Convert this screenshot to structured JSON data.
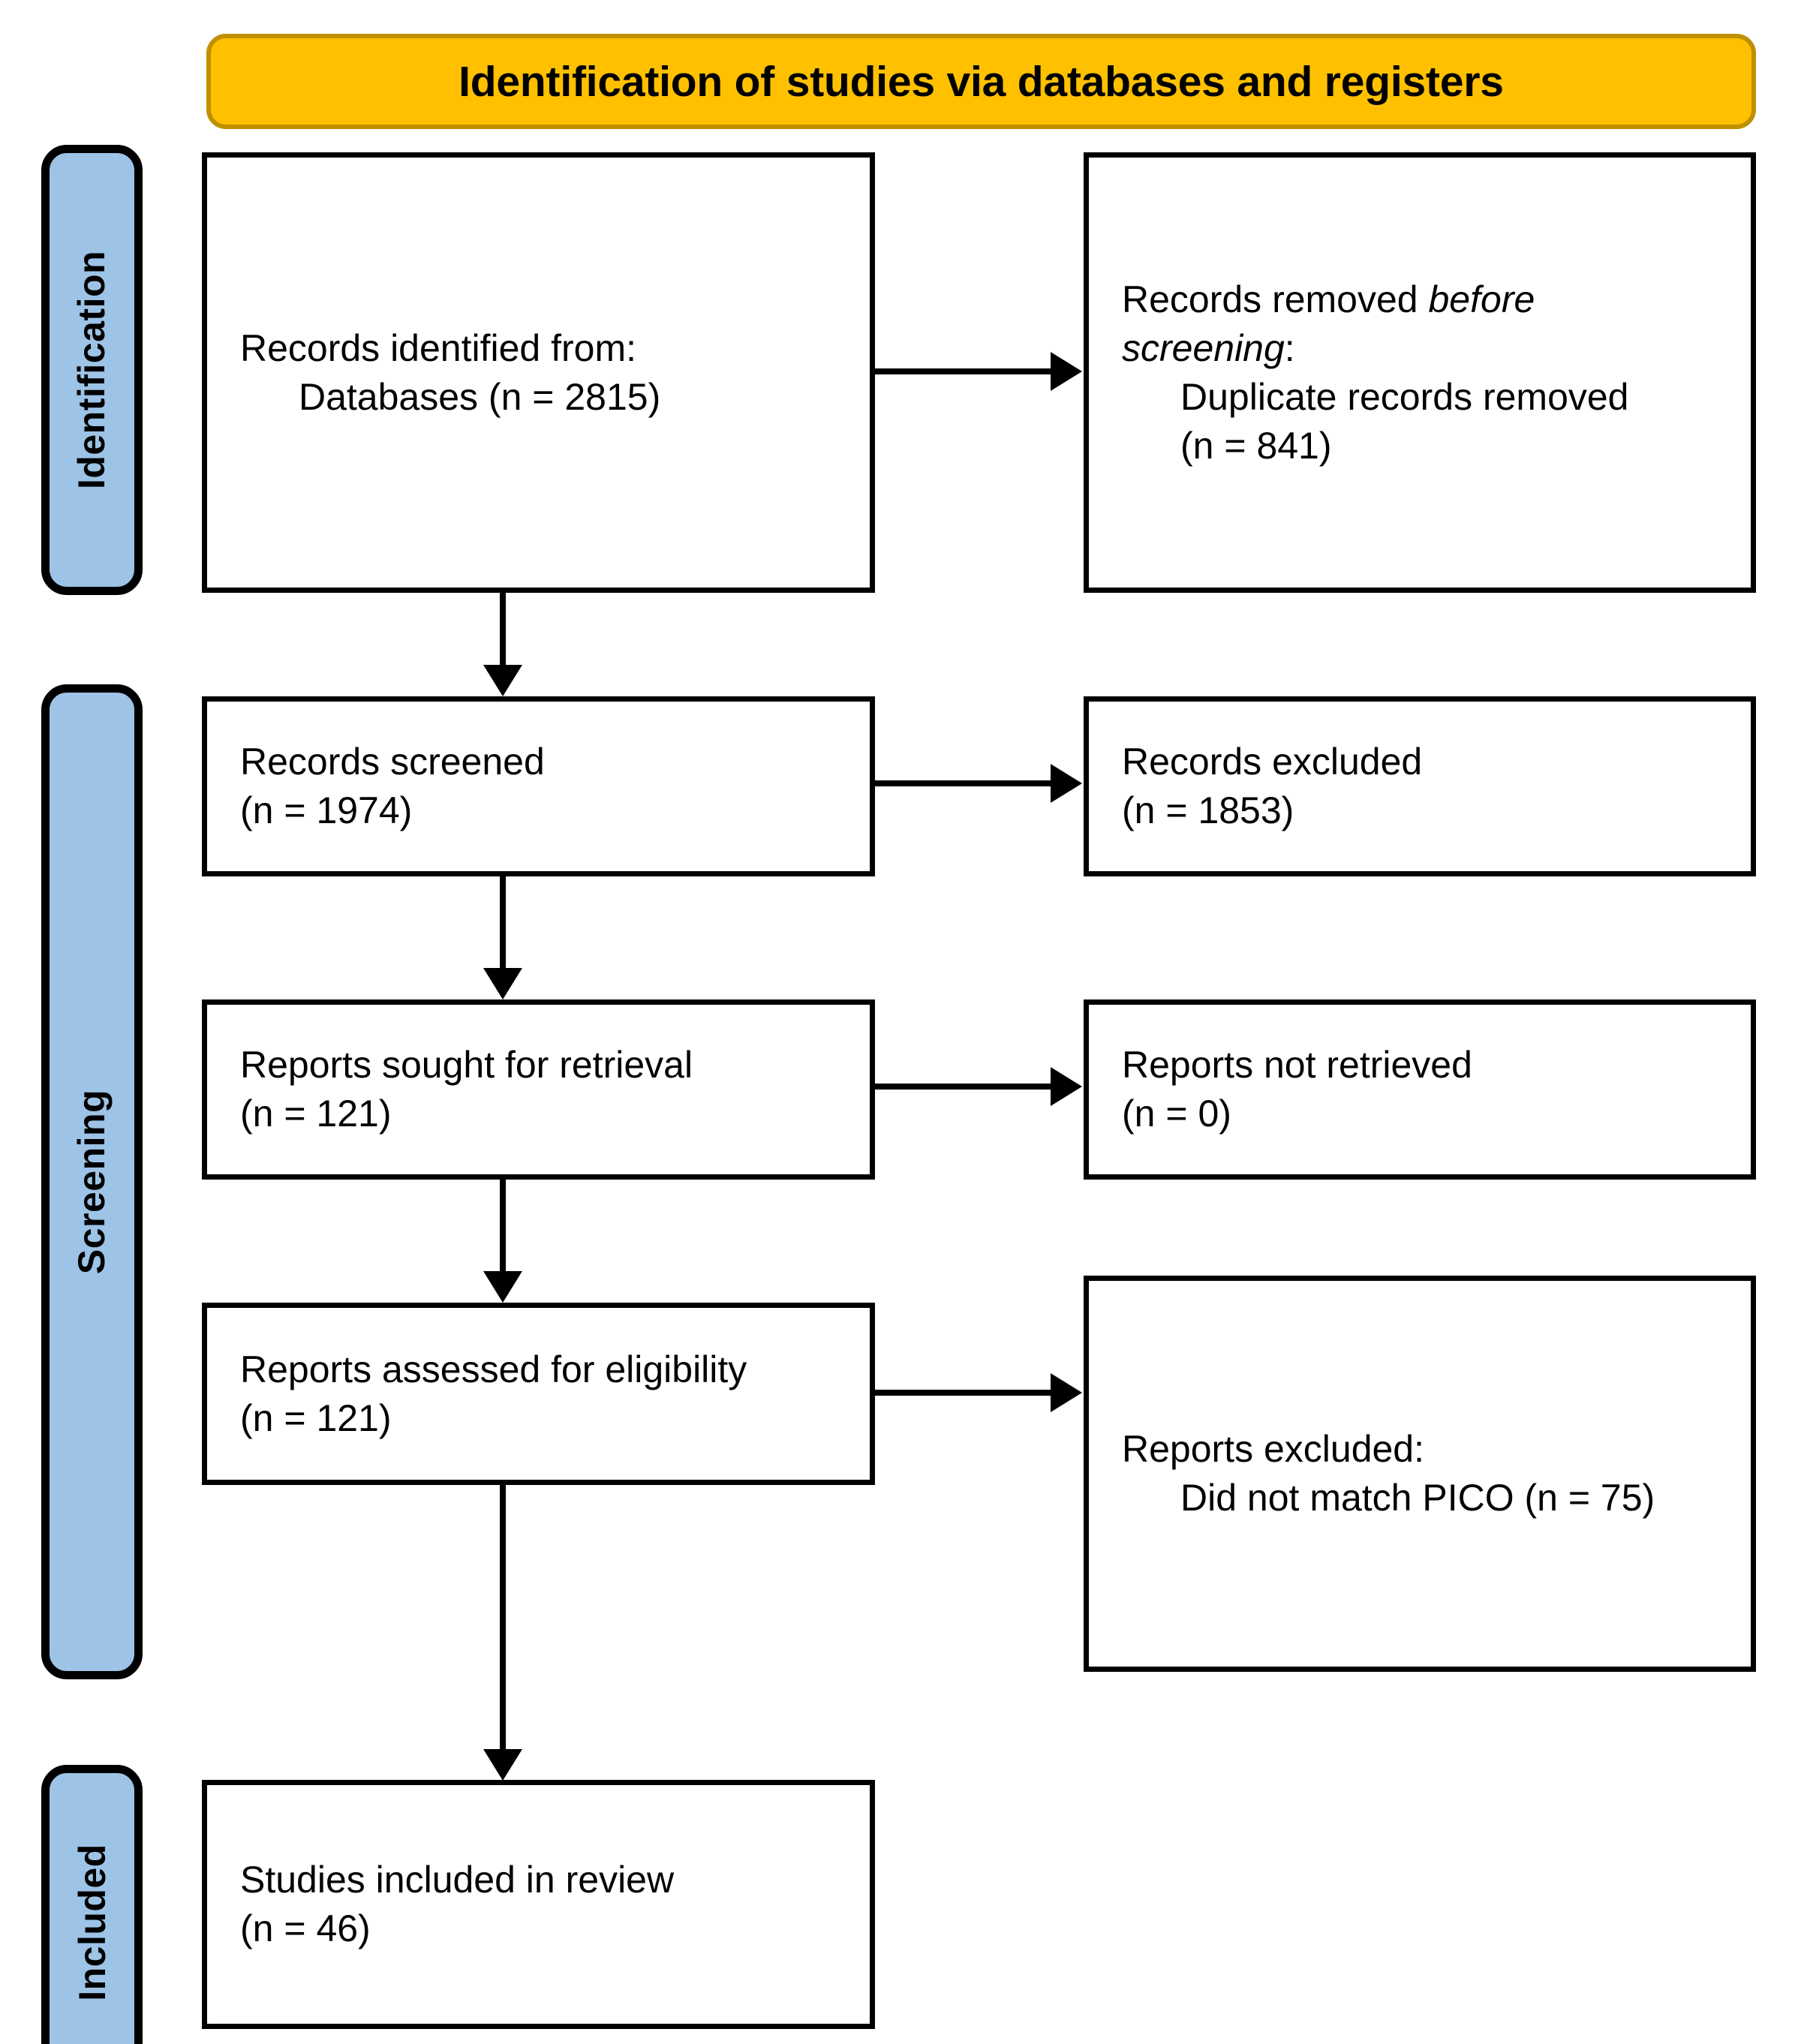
{
  "banner": {
    "title": "Identification of studies via databases and registers"
  },
  "stages": [
    {
      "id": "identification",
      "label": "Identification"
    },
    {
      "id": "screening",
      "label": "Screening"
    },
    {
      "id": "included",
      "label": "Included"
    }
  ],
  "boxes": {
    "records_identified": {
      "line1": "Records identified from:",
      "line2": "Databases (n = 2815)"
    },
    "records_removed": {
      "line1_a": "Records removed ",
      "line1_b": "before",
      "line2_a": "screening",
      "line2_b": ":",
      "line3": "Duplicate records removed",
      "line4": "(n = 841)"
    },
    "records_screened": {
      "line1": "Records screened",
      "line2": "(n = 1974)"
    },
    "records_excluded": {
      "line1": "Records excluded",
      "line2": "(n = 1853)"
    },
    "reports_sought": {
      "line1": "Reports sought for retrieval",
      "line2": "(n = 121)"
    },
    "reports_not_retrieved": {
      "line1": "Reports not retrieved",
      "line2": "(n = 0)"
    },
    "reports_assessed": {
      "line1": "Reports assessed for eligibility",
      "line2": "(n = 121)"
    },
    "reports_excluded": {
      "line1": "Reports excluded:",
      "line2": "Did not match PICO (n = 75)"
    },
    "studies_included": {
      "line1": "Studies included in review",
      "line2": "(n = 46)"
    }
  },
  "colors": {
    "banner_fill": "#FFC000",
    "banner_border": "#BF9000",
    "stage_fill": "#9DC3E6",
    "box_border": "#000000",
    "box_fill": "#FFFFFF",
    "text": "#000000"
  }
}
